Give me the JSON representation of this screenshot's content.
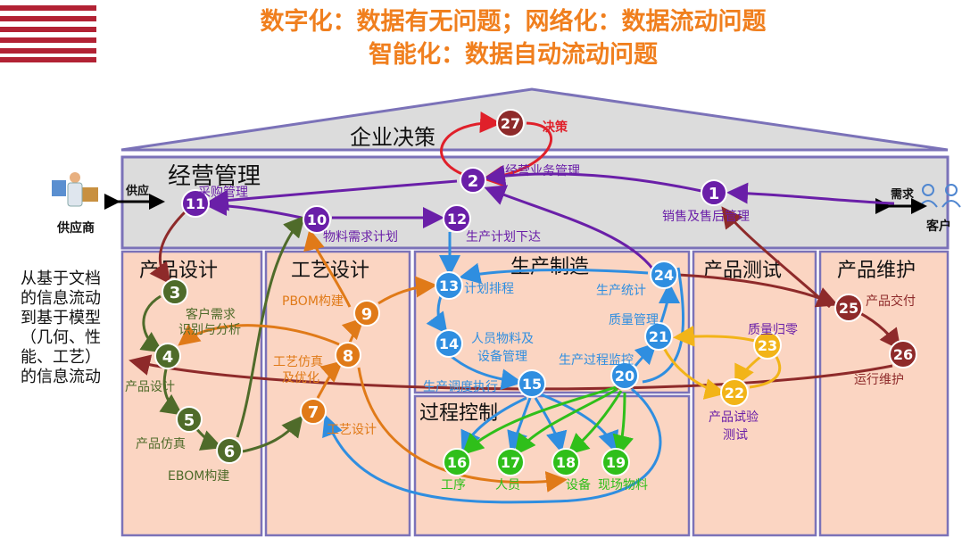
{
  "titles": {
    "line1": "数字化：数据有无问题；网络化：数据流动问题",
    "line2": "智能化：数据自动流动问题"
  },
  "left_note": [
    "从基于文档",
    "的信息流动",
    "到基于模型",
    "（几何、性",
    "能、工艺）",
    "的信息流动"
  ],
  "sections": {
    "roof": "企业决策",
    "management": "经营管理",
    "product_design": "产品设计",
    "process_design": "工艺设计",
    "production": "生产制造",
    "process_control": "过程控制",
    "product_test": "产品测试",
    "product_maintenance": "产品维护"
  },
  "actors": {
    "supplier": "供应商",
    "supply": "供应",
    "customer": "客户",
    "demand": "需求"
  },
  "colors": {
    "title": "#f07f1e",
    "maroon": "#8e2a2a",
    "purple": "#6a1fa8",
    "red": "#e0202a",
    "olive": "#4f6b2a",
    "orange": "#e07a18",
    "blue": "#2f8ee0",
    "green": "#2fbf1a",
    "yellow": "#f2b418",
    "panel": "#fbd5c2",
    "band": "#dcdcdc",
    "frame": "#7b72b8"
  },
  "nodes": [
    {
      "id": "1",
      "label": "销售及售后管理",
      "color": "purple"
    },
    {
      "id": "2",
      "label": "经营业务管理",
      "color": "purple"
    },
    {
      "id": "3",
      "label": "",
      "color": "olive"
    },
    {
      "id": "4",
      "label": "产品设计",
      "color": "olive"
    },
    {
      "id": "5",
      "label": "产品仿真",
      "color": "olive"
    },
    {
      "id": "6",
      "label": "EBOM构建",
      "color": "olive"
    },
    {
      "id": "7",
      "label": "工艺设计",
      "color": "orange"
    },
    {
      "id": "8",
      "label": "工艺仿真及优化",
      "color": "orange"
    },
    {
      "id": "9",
      "label": "PBOM构建",
      "color": "orange"
    },
    {
      "id": "10",
      "label": "物料需求计划",
      "color": "purple"
    },
    {
      "id": "11",
      "label": "采购管理",
      "color": "purple"
    },
    {
      "id": "12",
      "label": "生产计划下达",
      "color": "purple"
    },
    {
      "id": "13",
      "label": "计划排程",
      "color": "blue"
    },
    {
      "id": "14",
      "label": "人员物料及设备管理",
      "color": "blue"
    },
    {
      "id": "15",
      "label": "生产调度执行",
      "color": "blue"
    },
    {
      "id": "16",
      "label": "工序",
      "color": "green"
    },
    {
      "id": "17",
      "label": "人员",
      "color": "green"
    },
    {
      "id": "18",
      "label": "设备",
      "color": "green"
    },
    {
      "id": "19",
      "label": "现场物料",
      "color": "green"
    },
    {
      "id": "20",
      "label": "生产过程监控",
      "color": "blue"
    },
    {
      "id": "21",
      "label": "质量管理",
      "color": "blue"
    },
    {
      "id": "22",
      "label": "产品试验测试",
      "color": "yellow"
    },
    {
      "id": "23",
      "label": "质量归零",
      "color": "yellow"
    },
    {
      "id": "24",
      "label": "生产统计",
      "color": "blue"
    },
    {
      "id": "25",
      "label": "产品交付",
      "color": "maroon"
    },
    {
      "id": "26",
      "label": "运行维护",
      "color": "maroon"
    },
    {
      "id": "27",
      "label": "决策",
      "color": "maroon"
    }
  ],
  "extra_labels": {
    "need_analysis": "客户需求识别与分析"
  }
}
